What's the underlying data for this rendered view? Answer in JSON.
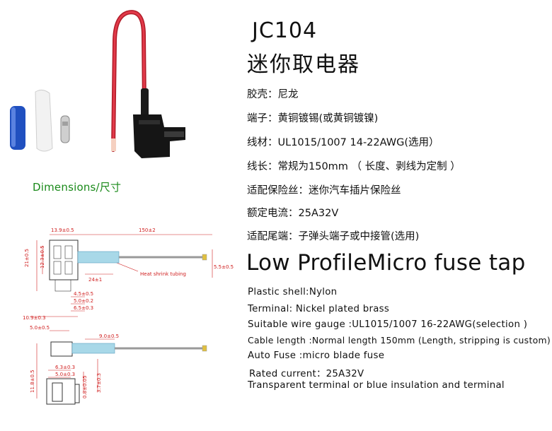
{
  "product": {
    "model": "JC104",
    "title_cn": "迷你取电器",
    "title_en": "Low ProfileMicro fuse tap"
  },
  "specs_cn": [
    "胶壳：尼龙",
    "端子：黄铜镀锡(或黄铜镀镍)",
    "线材：UL1015/1007 14-22AWG(选用）",
    "线长：常规为150mm （ 长度、剥线为定制 ）",
    "适配保险丝：迷你汽车插片保险丝",
    "额定电流：25A32V",
    "适配尾端：子弹头端子或中接管(选用)"
  ],
  "specs_en": [
    "Plastic shell:Nylon",
    "Terminal: Nickel plated brass",
    "Suitable wire gauge :UL1015/1007 16-22AWG(selection )",
    "Cable length :Normal length 150mm (Length, stripping is custom)",
    "Auto Fuse :micro blade fuse",
    "Rated current：25A32V",
    "Transparent terminal or blue insulation and terminal"
  ],
  "dimensions": {
    "label": "Dimensions/尺寸",
    "top_width": "13.9±0.5",
    "total_length": "150±2",
    "left_height_outer": "21±0.5",
    "left_height_inner": "12.3±0.5",
    "heat_shrink": "Heat shrink tubing",
    "end_strip": "5.5±0.5",
    "shrink_length": "24±1",
    "blade_a": "4.5±0.5",
    "blade_b": "5.0±0.2",
    "blade_c": "6.5±0.3",
    "base_width": "10.9±0.3",
    "side_top": "5.0±0.5",
    "side_shrink": "9.0±0.5",
    "side_height": "11.8±0.5",
    "side_a": "6.3±0.3",
    "side_b": "5.0±0.3",
    "side_c": "0.8±0.05",
    "side_d": "3.7±0.3"
  },
  "colors": {
    "wire_red": "#d8283a",
    "heat_shrink": "#a8d8e8",
    "dimension_red": "#d02020",
    "label_green": "#1a8a1a",
    "terminal_blue": "#2050c0"
  }
}
